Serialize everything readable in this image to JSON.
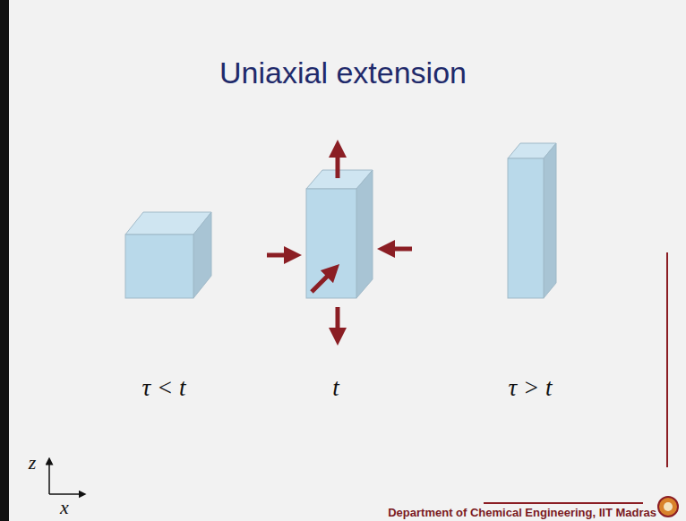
{
  "diagram": {
    "title": "Uniaxial extension",
    "labels": [
      "τ < t",
      "t",
      "τ > t",
      "z",
      "x",
      "Department of Chemical Engineering, IIT Madras"
    ]
  }
}
